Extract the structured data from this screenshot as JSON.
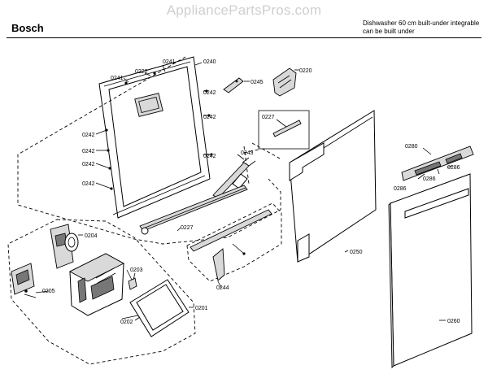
{
  "header": {
    "watermark": "AppliancePartsPros.com",
    "brand": "Bosch",
    "description_line1": "Dishwasher 60 cm built-under integrable",
    "description_line2": "can be built under"
  },
  "callouts": {
    "c0240": "0240",
    "c0241a": "0241",
    "c0241b": "0241",
    "c0222": "0222",
    "c0242a": "0242",
    "c0242b": "0242",
    "c0242c": "0242",
    "c0242d": "0242",
    "c0242e": "0242",
    "c0242f": "0242",
    "c0242g": "0242",
    "c0245": "0245",
    "c0220": "0220",
    "c0227a": "0227",
    "c0227b": "0227",
    "c0243": "0243",
    "c0280": "0280",
    "c0286a": "0286",
    "c0286b": "0286",
    "c0286c": "0286",
    "c0250": "0250",
    "c0260": "0260",
    "c0204": "0204",
    "c0203": "0203",
    "c0205": "0205",
    "c0202": "0202",
    "c0201": "0201",
    "c0244": "0244"
  }
}
